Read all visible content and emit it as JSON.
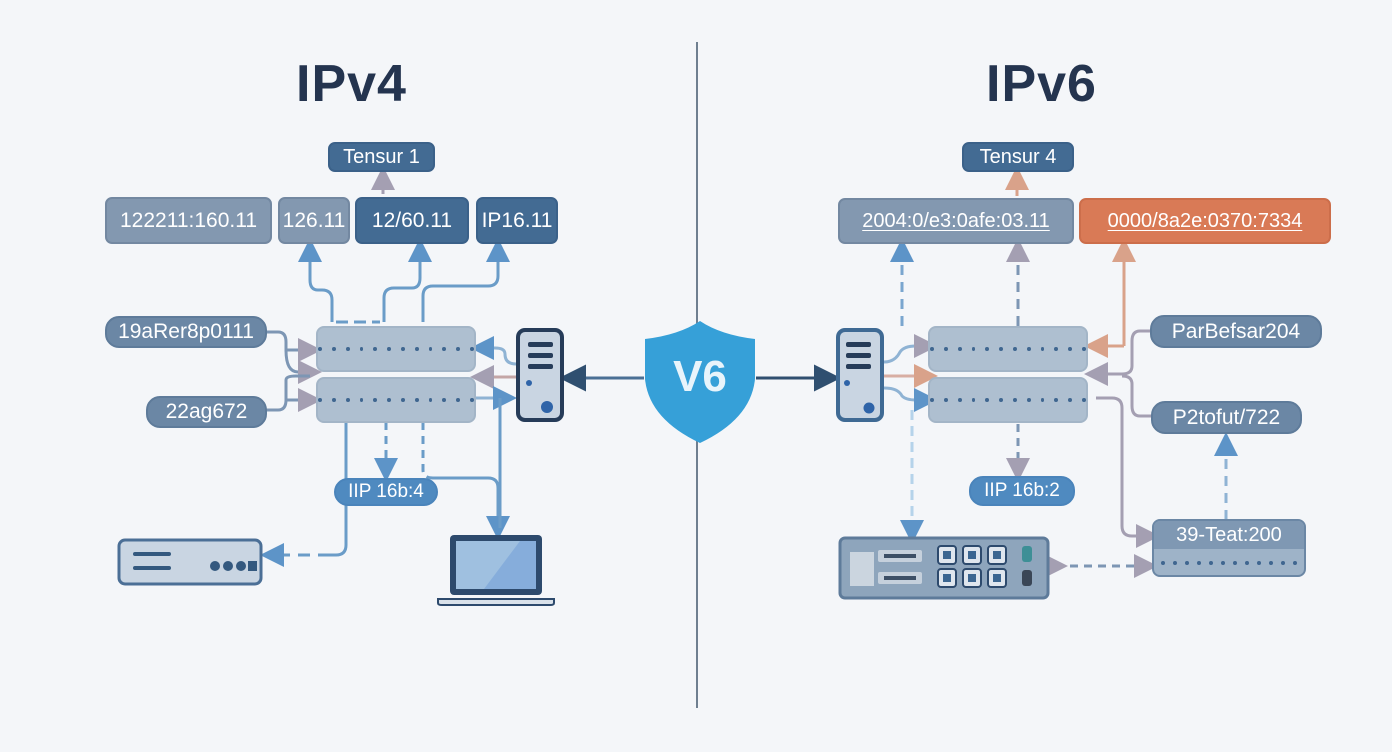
{
  "left": {
    "title": "IPv4",
    "top_label": "Tensur 1",
    "addresses": [
      "122211:160.11",
      "126.11",
      "12/60.11",
      "IP16.11"
    ],
    "side_labels": [
      "19aRer8p0111",
      "22ag672"
    ],
    "bottom_label": "IIP 16b:4",
    "devices": [
      "server-tower",
      "switch-top",
      "switch-bottom",
      "router",
      "laptop"
    ]
  },
  "right": {
    "title": "IPv6",
    "top_label": "Tensur 4",
    "addresses": [
      "2004:0/e3:0afe:03.11",
      "0000/8a2e:0370:7334"
    ],
    "side_labels": [
      "ParBefsar204",
      "P2tofut/722"
    ],
    "bottom_label": "IIP 16b:2",
    "panel_label": "39-Teat:200",
    "devices": [
      "server-tower",
      "switch-top",
      "switch-bottom",
      "patch-panel",
      "switch-panel"
    ]
  },
  "center": {
    "badge": "V6",
    "badge_color": "#36a0d8"
  },
  "colors": {
    "title": "#24344f",
    "accent_orange": "#d97a56",
    "wire_blue": "#6a9cc8",
    "wire_gray": "#a49fb2"
  }
}
